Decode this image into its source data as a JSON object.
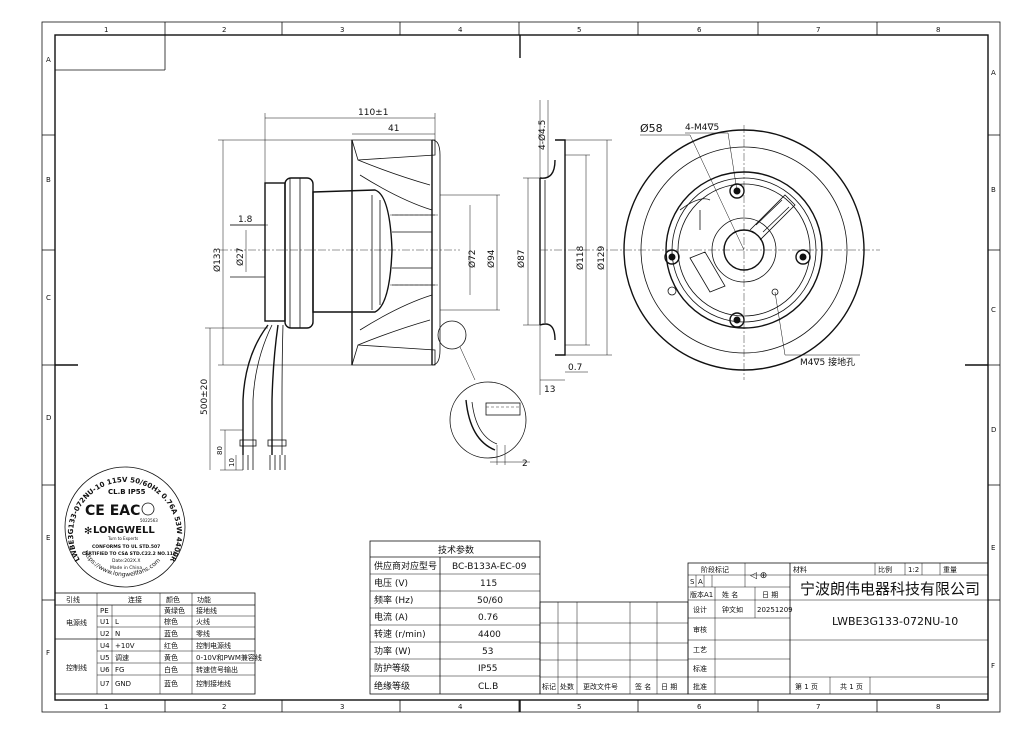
{
  "frame": {
    "columns": [
      "1",
      "2",
      "3",
      "4",
      "5",
      "6",
      "7",
      "8"
    ],
    "rows": [
      "A",
      "B",
      "C",
      "D",
      "E",
      "F"
    ]
  },
  "dimensions": {
    "overall_length": "110±1",
    "hub_length": "41",
    "shaft_step": "1.8",
    "d133": "Ø133",
    "d27": "Ø27",
    "d72": "Ø72",
    "d94": "Ø94",
    "cable_length": "500±20",
    "lead_80": "80",
    "lead_10": "10",
    "d87": "Ø87",
    "d118": "Ø118",
    "d129": "Ø129",
    "holes_top": "4-Ø4.5",
    "flange_13": "13",
    "flange_07": "0.7",
    "detail_2": "2",
    "d58": "Ø58",
    "m4_holes": "4-M4∇5",
    "ground_hole": "M4∇5 接地孔"
  },
  "label": {
    "line1": "LWBE3G133-072NU-10 115V 50/60Hz 0.76A 53W 4400RPM",
    "line2": "CL.B   IP55",
    "marks": "CE EAC",
    "cert_id": "5022563",
    "brand": "LONGWELL",
    "slogan": "Turn to Experts",
    "conform1": "CONFORMS TO UL STD.507",
    "conform2": "CERTIFIED TO CSA STD.C22.2 NO.113",
    "date": "Date:202X.X",
    "origin": "Made in China",
    "url": "https://www.longwellfans.com"
  },
  "wiring": {
    "headers": [
      "引线",
      "",
      "连接",
      "颜色",
      "功能"
    ],
    "groups": [
      {
        "name": "电源线",
        "rows": [
          {
            "code": "PE",
            "conn": "",
            "color": "黄绿色",
            "func": "接地线"
          },
          {
            "code": "U1",
            "conn": "L",
            "color": "棕色",
            "func": "火线"
          },
          {
            "code": "U2",
            "conn": "N",
            "color": "蓝色",
            "func": "零线"
          }
        ]
      },
      {
        "name": "控制线",
        "rows": [
          {
            "code": "U4",
            "conn": "+10V",
            "color": "红色",
            "func": "控制电源线"
          },
          {
            "code": "U5",
            "conn": "调速",
            "color": "黄色",
            "func": "0-10V和PWM兼容线"
          },
          {
            "code": "U6",
            "conn": "FG",
            "color": "白色",
            "func": "转速信号输出"
          },
          {
            "code": "U7",
            "conn": "GND",
            "color": "蓝色",
            "func": "控制接地线"
          }
        ]
      }
    ]
  },
  "tech": {
    "title": "技术参数",
    "rows": [
      {
        "k": "供应商对应型号",
        "v": "BC-B133A-EC-09"
      },
      {
        "k": "电压 (V)",
        "v": "115"
      },
      {
        "k": "频率 (Hz)",
        "v": "50/60"
      },
      {
        "k": "电流 (A)",
        "v": "0.76"
      },
      {
        "k": "转速 (r/min)",
        "v": "4400"
      },
      {
        "k": "功率 (W)",
        "v": "53"
      },
      {
        "k": "防护等级",
        "v": "IP55"
      },
      {
        "k": "绝缘等级",
        "v": "CL.B"
      }
    ]
  },
  "revision": {
    "headers": [
      "标记",
      "处数",
      "更改文件号",
      "签 名",
      "日 期"
    ]
  },
  "titleblock": {
    "stage": "阶段标记",
    "s": "S",
    "a": "A",
    "version": "版本A1",
    "name_h": "姓 名",
    "date_h": "日 期",
    "design": "设计",
    "designer": "钟文如",
    "design_date": "20251209",
    "review": "审核",
    "process": "工艺",
    "standard": "标准",
    "approve": "批准",
    "material": "材料",
    "scale_h": "比例",
    "scale": "1:2",
    "weight": "重量",
    "company": "宁波朗伟电器科技有限公司",
    "part": "LWBE3G133-072NU-10",
    "page": "第 1 页",
    "total": "共 1 页"
  }
}
